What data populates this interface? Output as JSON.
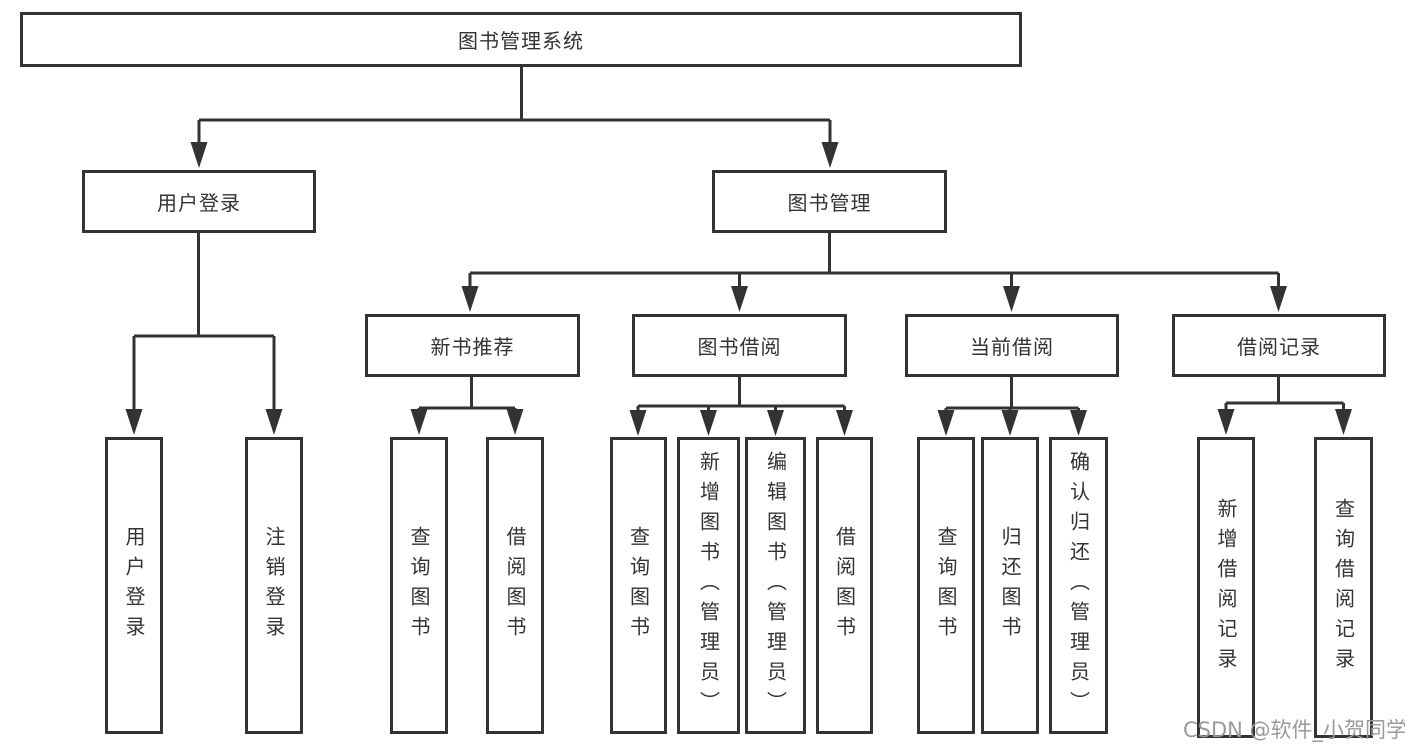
{
  "tree": {
    "root": {
      "label": "图书管理系统"
    },
    "children": [
      {
        "label": "用户登录",
        "children": [
          {
            "label": "用户登录"
          },
          {
            "label": "注销登录"
          }
        ]
      },
      {
        "label": "图书管理",
        "children": [
          {
            "label": "新书推荐",
            "children": [
              {
                "label": "查询图书"
              },
              {
                "label": "借阅图书"
              }
            ]
          },
          {
            "label": "图书借阅",
            "children": [
              {
                "label": "查询图书"
              },
              {
                "label": "新增图书（管理员）"
              },
              {
                "label": "编辑图书（管理员）"
              },
              {
                "label": "借阅图书"
              }
            ]
          },
          {
            "label": "当前借阅",
            "children": [
              {
                "label": "查询图书"
              },
              {
                "label": "归还图书"
              },
              {
                "label": "确认归还（管理员）"
              }
            ]
          },
          {
            "label": "借阅记录",
            "children": [
              {
                "label": "新增借阅记录"
              },
              {
                "label": "查询借阅记录"
              }
            ]
          }
        ]
      }
    ]
  },
  "watermark": {
    "text": "CSDN @软件_小贺同学"
  },
  "colors": {
    "line": "#333333",
    "box_border": "#333333",
    "text": "#333333",
    "watermark": "#9a9a9a",
    "background": "#ffffff"
  }
}
